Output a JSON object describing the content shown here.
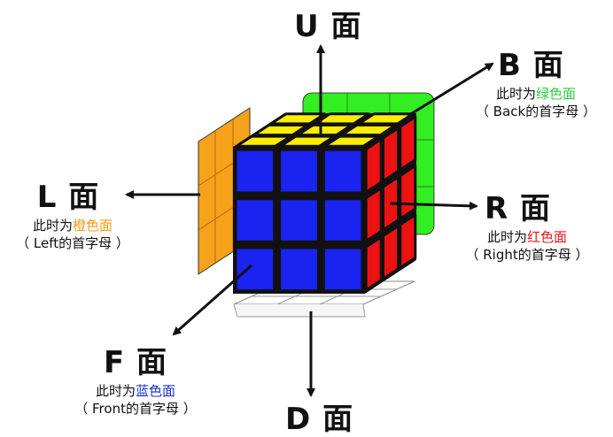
{
  "faces": {
    "U": {
      "letter": "U",
      "face_word": "面"
    },
    "B": {
      "letter": "B",
      "face_word": "面",
      "prefix": "此时为",
      "color_name": "绿色面",
      "sub": "（ Back的首字母 ）",
      "color": "#2ecc40"
    },
    "L": {
      "letter": "L",
      "face_word": "面",
      "prefix": "此时为",
      "color_name": "橙色面",
      "sub": "（ Left的首字母 ）",
      "color": "#f39c12"
    },
    "R": {
      "letter": "R",
      "face_word": "面",
      "prefix": "此时为",
      "color_name": "红色面",
      "sub": "（ Right的首字母 ）",
      "color": "#e4161c"
    },
    "F": {
      "letter": "F",
      "face_word": "面",
      "prefix": "此时为",
      "color_name": "蓝色面",
      "sub": "（ Front的首字母 ）",
      "color": "#1a2bd6"
    },
    "D": {
      "letter": "D",
      "face_word": "面"
    }
  },
  "cube_colors": {
    "up": "#ffee00",
    "front": "#1a23f0",
    "right": "#ee1111",
    "left": "#f7a21b",
    "back": "#33ee22",
    "down": "#ffffff",
    "edge": "#111111"
  }
}
